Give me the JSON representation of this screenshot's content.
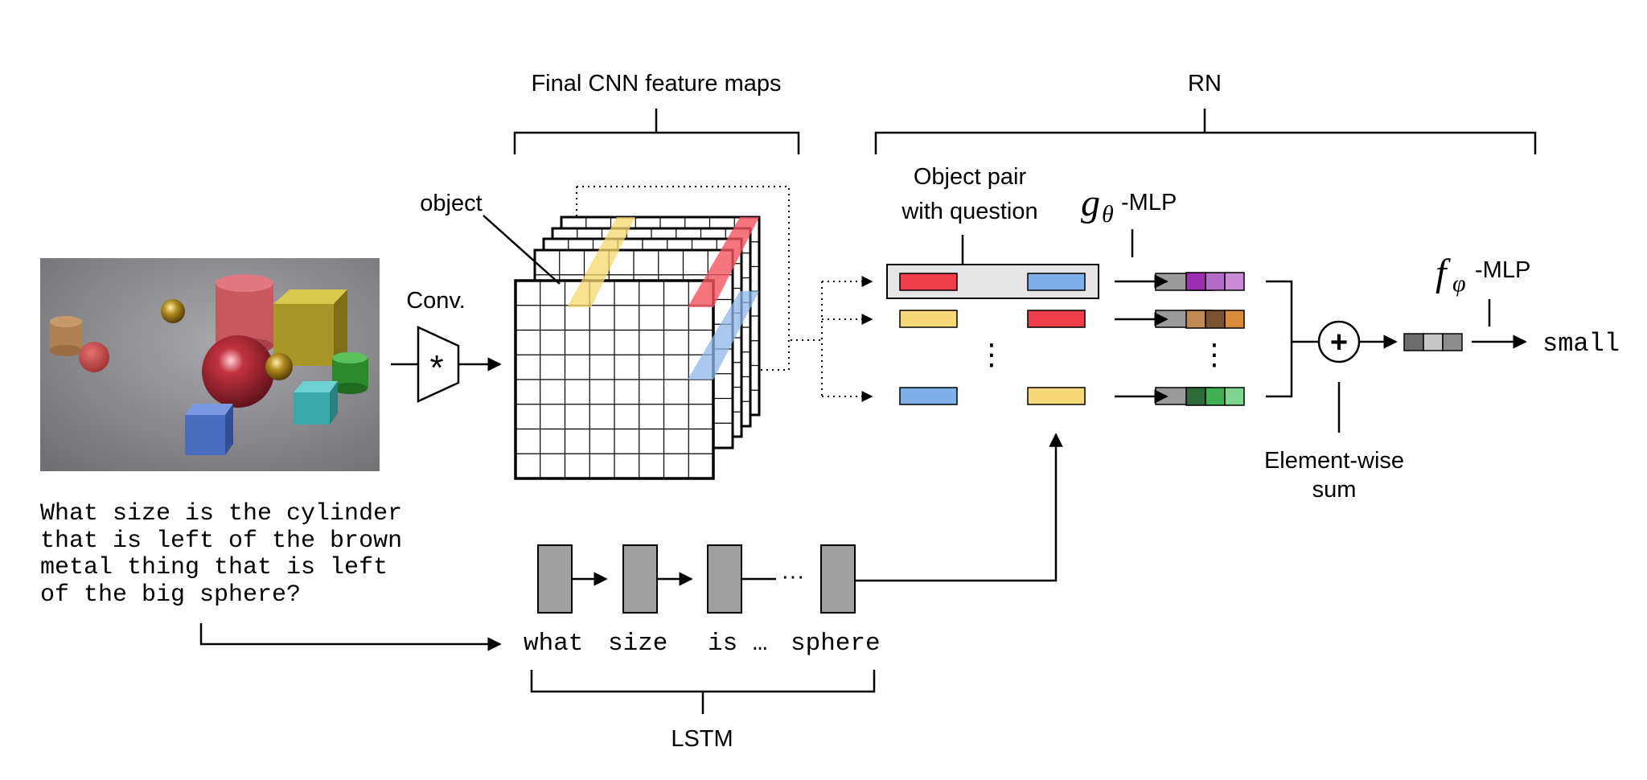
{
  "labels": {
    "cnn_header": "Final CNN feature maps",
    "rn_header": "RN",
    "object_label": "object",
    "conv_label": "Conv.",
    "conv_symbol": "*",
    "pair_label_line1": "Object pair",
    "pair_label_line2": "with question",
    "g_symbol": "g",
    "g_subscript": "θ",
    "g_suffix": "-MLP",
    "f_symbol": "f",
    "f_subscript": "φ",
    "f_suffix": "-MLP",
    "plus_symbol": "+",
    "sum_line1": "Element-wise",
    "sum_line2": "sum",
    "answer": "small",
    "lstm_label": "LSTM",
    "vdots": "⋮",
    "lstm_dots": "···"
  },
  "question_lines": [
    "What size is the cylinder",
    "that is left of the brown",
    "metal thing that is left",
    "of the big sphere?"
  ],
  "lstm_words": {
    "w1": "what",
    "w2": "size",
    "w3": "is …",
    "w4": "sphere"
  },
  "colors": {
    "red": "#ef3e4a",
    "blue": "#7fb0ea",
    "yellow": "#f8d878",
    "gray": "#9b9b9b",
    "lstm_gray": "#a0a0a0",
    "highlight_yellow": "#f6d76b",
    "highlight_red": "#f2545f",
    "highlight_blue": "#8fb6ea",
    "purple_block": [
      "#9b2fb0",
      "#b56cc8",
      "#c98ad6"
    ],
    "brown_block": [
      "#c08a55",
      "#7a5230",
      "#d88c3c"
    ],
    "green_block": [
      "#2f6b3a",
      "#3fae55",
      "#7fd58f"
    ],
    "final_block": [
      "#6d6d6d",
      "#c8c8c8",
      "#8e8e8e"
    ]
  }
}
